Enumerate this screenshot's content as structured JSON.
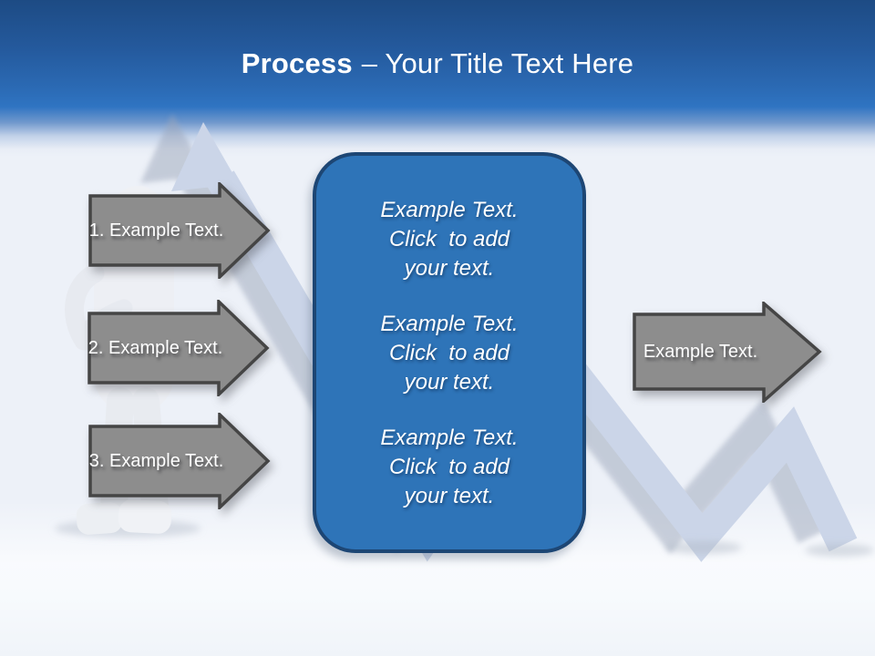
{
  "slide": {
    "title": {
      "bold": "Process",
      "rest": "– Your Title Text Here"
    },
    "left_arrows": [
      {
        "label": "1. Example Text."
      },
      {
        "label": "2. Example Text."
      },
      {
        "label": "3. Example Text."
      }
    ],
    "center_panel": {
      "blocks": [
        {
          "lines": [
            "Example Text.",
            "Click  to add",
            "your text."
          ]
        },
        {
          "lines": [
            "Example Text.",
            "Click  to add",
            "your text."
          ]
        },
        {
          "lines": [
            "Example Text.",
            "Click  to add",
            "your text."
          ]
        }
      ]
    },
    "right_arrow": {
      "label": "Example Text."
    },
    "decorations": {
      "icons": [
        "trend-arrow-icon",
        "person-figure-icon"
      ]
    },
    "colors": {
      "banner_top": "#1d4b84",
      "banner_bright": "#2f74c2",
      "background": "#edf1f8",
      "panel_fill": "#2e74b8",
      "panel_border": "#1d4674",
      "arrow_fill": "#8d8d8d",
      "arrow_border": "#454545",
      "trend_line": "#cbd5e8",
      "text_white": "#ffffff"
    }
  }
}
